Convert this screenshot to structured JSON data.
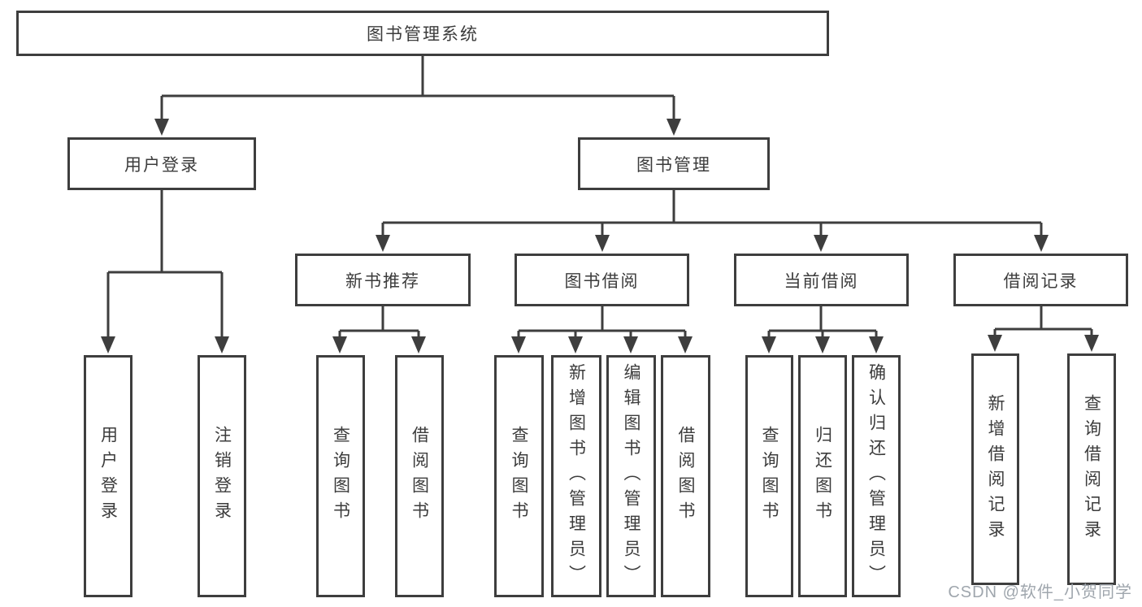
{
  "diagram": {
    "root": "图书管理系统",
    "level2": [
      {
        "label": "用户登录"
      },
      {
        "label": "图书管理"
      }
    ],
    "level3": [
      {
        "label": "新书推荐"
      },
      {
        "label": "图书借阅"
      },
      {
        "label": "当前借阅"
      },
      {
        "label": "借阅记录"
      }
    ],
    "leaves": {
      "login": [
        "用户登录",
        "注销登录"
      ],
      "recommend": [
        "查询图书",
        "借阅图书"
      ],
      "borrow": [
        "查询图书",
        "新增图书（管理员）",
        "编辑图书（管理员）",
        "借阅图书"
      ],
      "current": [
        "查询图书",
        "归还图书",
        "确认归还（管理员）"
      ],
      "records": [
        "新增借阅记录",
        "查询借阅记录"
      ]
    }
  },
  "watermark": "CSDN @软件_小贺同学",
  "colors": {
    "line": "#3e3e3e",
    "text": "#3c3c3c",
    "watermark": "#9fa6ad",
    "bg": "#ffffff"
  }
}
